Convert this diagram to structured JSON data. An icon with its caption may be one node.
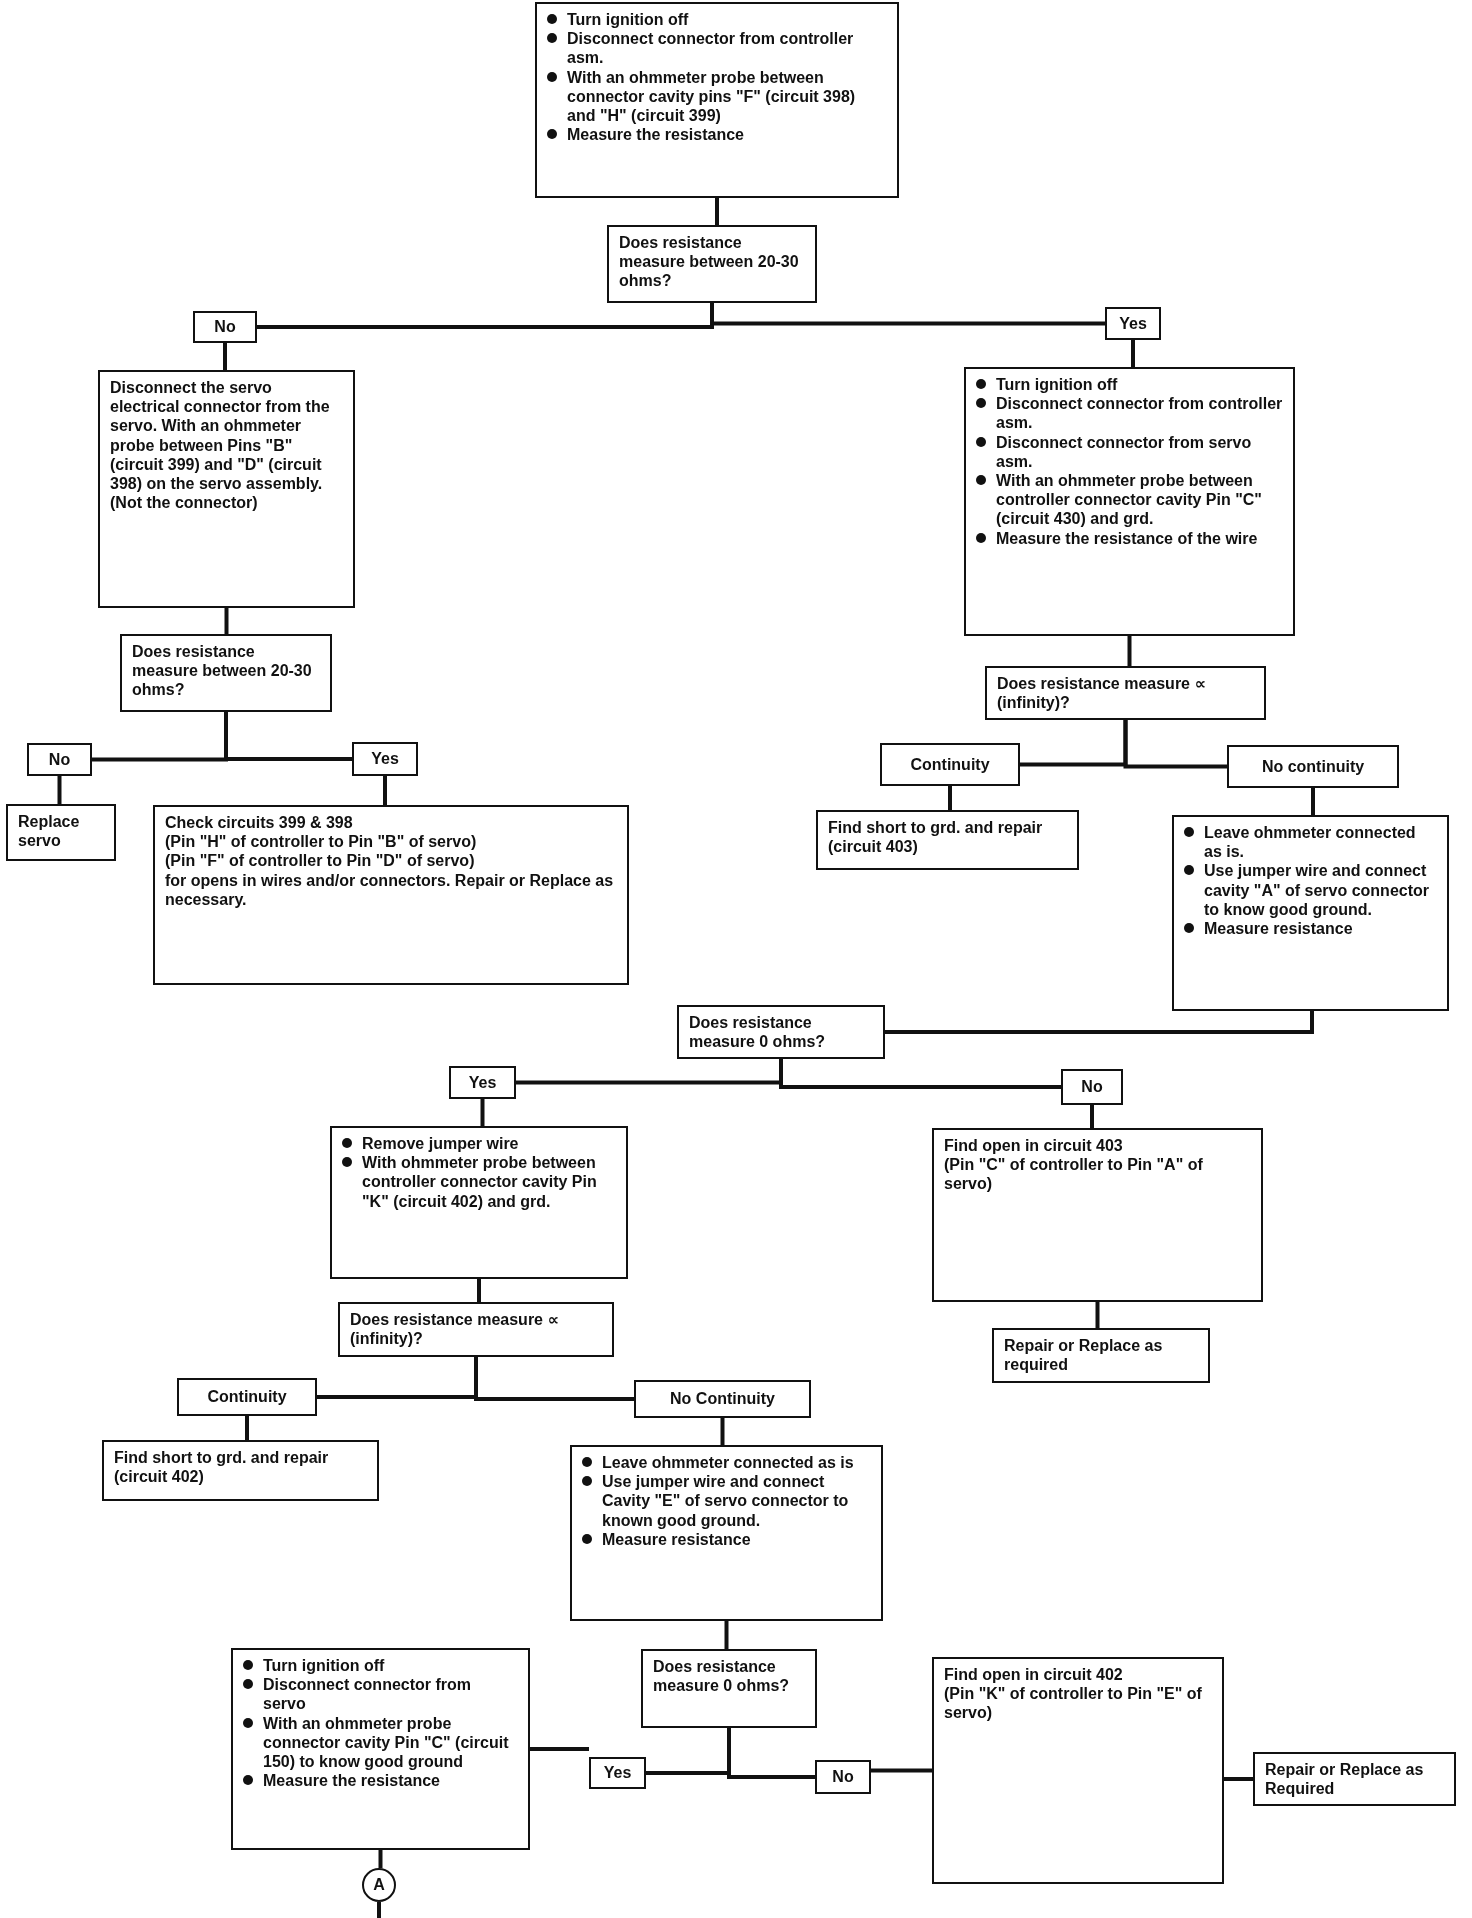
{
  "diagram": {
    "nodes": [
      {
        "text": [
          "Turn ignition off",
          "Disconnect connector from controller asm.",
          "With an ohmmeter probe between connector cavity pins \"F\" (circuit 398) and \"H\" (circuit 399)",
          "Measure the resistance"
        ]
      },
      {
        "text": [
          "Does resistance measure between 20-30 ohms?"
        ]
      },
      {
        "text": [
          "No"
        ]
      },
      {
        "text": [
          "Yes"
        ]
      },
      {
        "text": [
          "Disconnect the servo electrical connector from the servo. With an ohmmeter probe between Pins \"B\" (circuit 399) and \"D\" (circuit 398) on the servo assembly. (Not the connector)"
        ]
      },
      {
        "text": [
          "Turn ignition off",
          "Disconnect connector from controller asm.",
          "Disconnect connector from servo asm.",
          "With an ohmmeter probe between controller connector cavity Pin \"C\" (circuit 430) and grd.",
          "Measure the resistance of the wire"
        ]
      },
      {
        "text": [
          "Does resistance measure between 20-30 ohms?"
        ]
      },
      {
        "text": [
          "No"
        ]
      },
      {
        "text": [
          "Yes"
        ]
      },
      {
        "text": [
          "Replace servo"
        ]
      },
      {
        "text": [
          "Check circuits 399 & 398",
          "(Pin \"H\" of controller to Pin \"B\" of servo)",
          "(Pin \"F\" of controller to Pin \"D\" of servo)",
          "for opens in wires and/or connectors. Repair or Replace as necessary."
        ]
      },
      {
        "text": [
          "Does resistance measure ∝ (infinity)?"
        ]
      },
      {
        "text": [
          "Continuity"
        ]
      },
      {
        "text": [
          "No continuity"
        ]
      },
      {
        "text": [
          "Find short to grd. and repair (circuit 403)"
        ]
      },
      {
        "text": [
          "Leave ohmmeter connected as is.",
          "Use jumper wire and connect cavity \"A\" of servo connector to know good ground.",
          "Measure resistance"
        ]
      },
      {
        "text": [
          "Does resistance measure 0 ohms?"
        ]
      },
      {
        "text": [
          "Yes"
        ]
      },
      {
        "text": [
          "No"
        ]
      },
      {
        "text": [
          "Remove jumper wire",
          "With ohmmeter probe between controller connector cavity Pin \"K\" (circuit 402) and grd."
        ]
      },
      {
        "text": [
          "Find open in circuit 403",
          "(Pin \"C\" of controller to Pin \"A\" of servo)"
        ]
      },
      {
        "text": [
          "Repair or Replace as required"
        ]
      },
      {
        "text": [
          "Does resistance measure ∝ (infinity)?"
        ]
      },
      {
        "text": [
          "Continuity"
        ]
      },
      {
        "text": [
          "No Continuity"
        ]
      },
      {
        "text": [
          "Find short to grd. and repair (circuit 402)"
        ]
      },
      {
        "text": [
          "Leave ohmmeter connected as is",
          "Use jumper wire and connect Cavity \"E\" of servo connector to known good ground.",
          "Measure resistance"
        ]
      },
      {
        "text": [
          "Does resistance measure 0 ohms?"
        ]
      },
      {
        "text": [
          "Turn ignition off",
          "Disconnect connector from servo",
          "With an ohmmeter probe connector cavity Pin \"C\" (circuit 150) to know good ground",
          "Measure the resistance"
        ]
      },
      {
        "text": [
          "Yes"
        ]
      },
      {
        "text": [
          "No"
        ]
      },
      {
        "text": [
          "Find open in circuit 402",
          "(Pin \"K\" of controller to Pin \"E\" of servo)"
        ]
      },
      {
        "text": [
          "Repair or Replace as Required"
        ]
      },
      {
        "text": [
          "A"
        ]
      }
    ],
    "edges": [
      {
        "from": 0,
        "to": 1,
        "arrow": "none"
      },
      {
        "from": 1,
        "to": 2,
        "arrow": "none"
      },
      {
        "from": 1,
        "to": 3,
        "arrow": "none"
      },
      {
        "from": 2,
        "to": 4,
        "arrow": "none"
      },
      {
        "from": 3,
        "to": 5,
        "arrow": "none"
      },
      {
        "from": 4,
        "to": 6,
        "arrow": "none"
      },
      {
        "from": 6,
        "to": 7,
        "arrow": "none"
      },
      {
        "from": 6,
        "to": 8,
        "arrow": "none"
      },
      {
        "from": 7,
        "to": 9,
        "arrow": "none"
      },
      {
        "from": 8,
        "to": 10,
        "arrow": "none"
      },
      {
        "from": 5,
        "to": 11,
        "arrow": "none"
      },
      {
        "from": 11,
        "to": 12,
        "arrow": "none"
      },
      {
        "from": 11,
        "to": 13,
        "arrow": "none"
      },
      {
        "from": 12,
        "to": 14,
        "arrow": "none"
      },
      {
        "from": 13,
        "to": 15,
        "arrow": "none"
      },
      {
        "from": 15,
        "to": 16,
        "arrow": "none"
      },
      {
        "from": 16,
        "to": 17,
        "arrow": "none"
      },
      {
        "from": 16,
        "to": 18,
        "arrow": "none"
      },
      {
        "from": 17,
        "to": 19,
        "arrow": "none"
      },
      {
        "from": 18,
        "to": 20,
        "arrow": "none"
      },
      {
        "from": 20,
        "to": 21,
        "arrow": "none"
      },
      {
        "from": 19,
        "to": 22,
        "arrow": "none"
      },
      {
        "from": 22,
        "to": 23,
        "arrow": "none"
      },
      {
        "from": 22,
        "to": 24,
        "arrow": "none"
      },
      {
        "from": 23,
        "to": 25,
        "arrow": "none"
      },
      {
        "from": 24,
        "to": 26,
        "arrow": "none"
      },
      {
        "from": 26,
        "to": 27,
        "arrow": "none"
      },
      {
        "from": 27,
        "to": 29,
        "arrow": "none"
      },
      {
        "from": 27,
        "to": 30,
        "arrow": "none"
      },
      {
        "from": 29,
        "to": 28,
        "arrow": "none"
      },
      {
        "from": 30,
        "to": 31,
        "arrow": "none"
      },
      {
        "from": 31,
        "to": 32,
        "arrow": "none"
      },
      {
        "from": 28,
        "to": 33,
        "arrow": "none"
      },
      {
        "from": 33,
        "to": null,
        "arrow": "none"
      }
    ]
  }
}
